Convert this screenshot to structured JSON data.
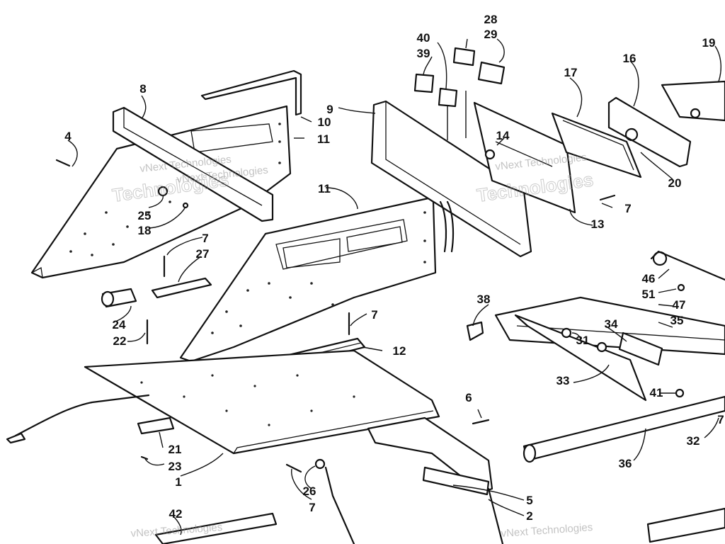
{
  "diagram": {
    "callouts": [
      "1",
      "2",
      "4",
      "5",
      "6",
      "7",
      "7",
      "7",
      "7",
      "7",
      "8",
      "9",
      "10",
      "11",
      "11",
      "12",
      "13",
      "14",
      "16",
      "17",
      "18",
      "19",
      "20",
      "21",
      "22",
      "23",
      "24",
      "25",
      "26",
      "27",
      "28",
      "29",
      "31",
      "32",
      "33",
      "34",
      "35",
      "36",
      "38",
      "39",
      "40",
      "41",
      "42",
      "46",
      "47",
      "51"
    ],
    "watermarks": [
      "vNext Technologies",
      "Technologies",
      "vNext Technologies",
      "Technologies",
      "vNext Technologies",
      "vNext Technologies",
      "vNext Technologies"
    ]
  }
}
